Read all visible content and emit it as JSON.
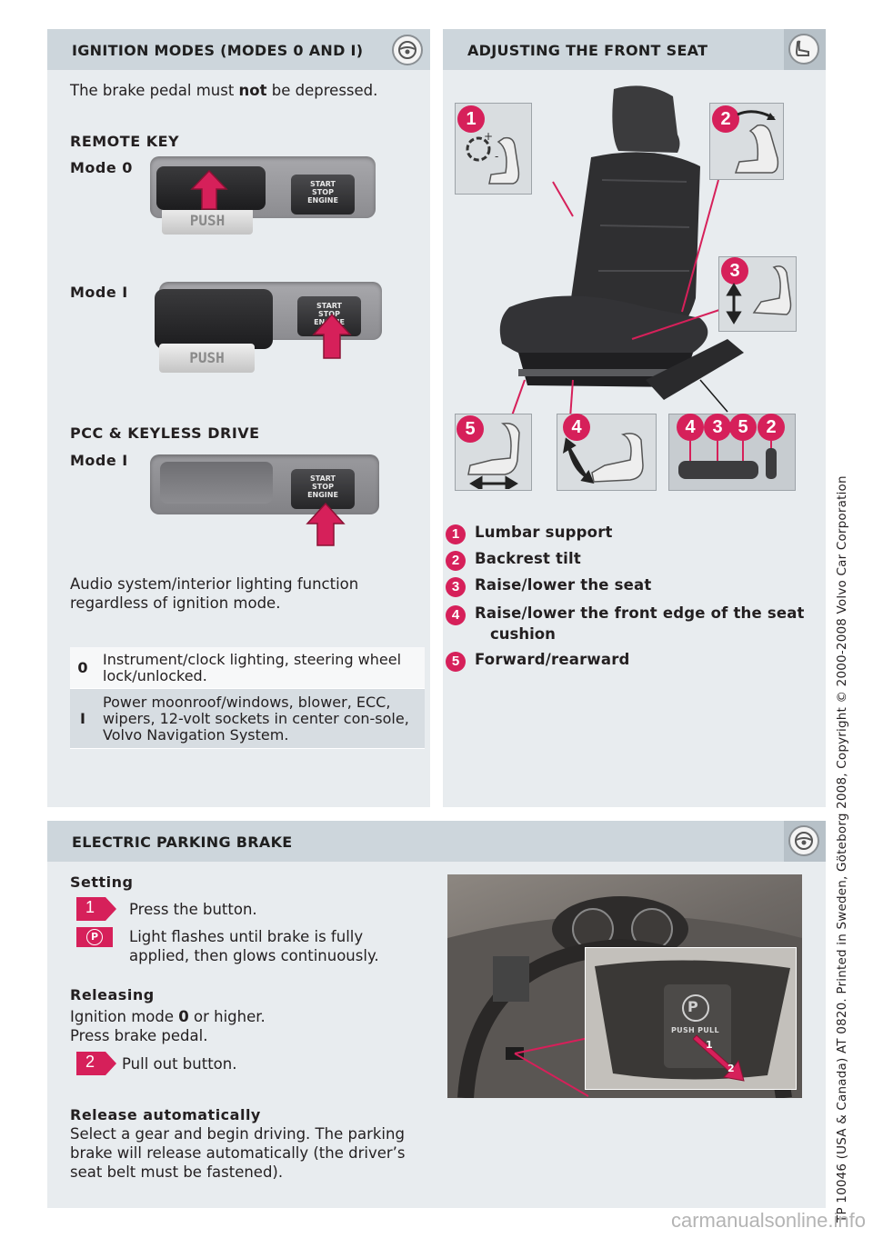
{
  "ignition": {
    "title": "IGNITION MODES (MODES 0 AND I)",
    "intro_pre": "The brake pedal must ",
    "intro_bold": "not",
    "intro_post": " be depressed.",
    "remote_key": "REMOTE KEY",
    "mode0_label": "Mode 0",
    "modeI_label": "Mode I",
    "push_label": "PUSH",
    "start_l1": "START",
    "start_l2": "STOP",
    "start_l3": "ENGINE",
    "pcc_title": "PCC & KEYLESS DRIVE",
    "pcc_mode_label": "Mode I",
    "audio_note": "Audio system/interior lighting function regardless of ignition mode.",
    "modes": [
      {
        "key": "0",
        "desc": "Instrument/clock lighting, steering wheel lock/unlocked."
      },
      {
        "key": "I",
        "desc": "Power moonroof/windows, blower, ECC, wipers, 12-volt sockets in center con-sole, Volvo Navigation System."
      }
    ]
  },
  "seat": {
    "title": "ADJUSTING THE FRONT SEAT",
    "badges": [
      "1",
      "2",
      "3",
      "4",
      "5"
    ],
    "control_badges": [
      "4",
      "3",
      "5",
      "2"
    ],
    "legend": [
      {
        "num": "1",
        "text": "Lumbar support"
      },
      {
        "num": "2",
        "text": "Backrest tilt"
      },
      {
        "num": "3",
        "text": "Raise/lower the seat"
      },
      {
        "num": "4",
        "text": "Raise/lower the front edge of the seat"
      },
      {
        "num": "5",
        "text": "Forward/rearward"
      }
    ],
    "legend_cont": "cushion"
  },
  "parking": {
    "title": "ELECTRIC PARKING BRAKE",
    "setting_title": "Setting",
    "step1_num": "1",
    "step1_text": "Press the button.",
    "p_symbol": "P",
    "flash_text": "Light flashes until brake is fully applied, then glows continuously.",
    "releasing_title": "Releasing",
    "releasing_pre": "Ignition mode ",
    "releasing_bold": "0",
    "releasing_post": " or higher.",
    "releasing_line2": "Press brake pedal.",
    "step2_num": "2",
    "step2_text": "Pull out button.",
    "auto_title": "Release automatically",
    "auto_text": "Select a gear and begin driving. The parking brake will release automatically (the driver’s seat belt must be fastened).",
    "switch_label": "PUSH PULL",
    "photo_num1": "1",
    "photo_num2": "2"
  },
  "side_caption": "TP 10046 (USA & Canada) AT 0820. Printed in Sweden, Göteborg 2008, Copyright © 2000-2008 Volvo Car Corporation",
  "watermark": "carmanualsonline.info",
  "colors": {
    "accent": "#d6205a",
    "panel": "#e8ecef",
    "panel_header": "#cdd6dc"
  }
}
